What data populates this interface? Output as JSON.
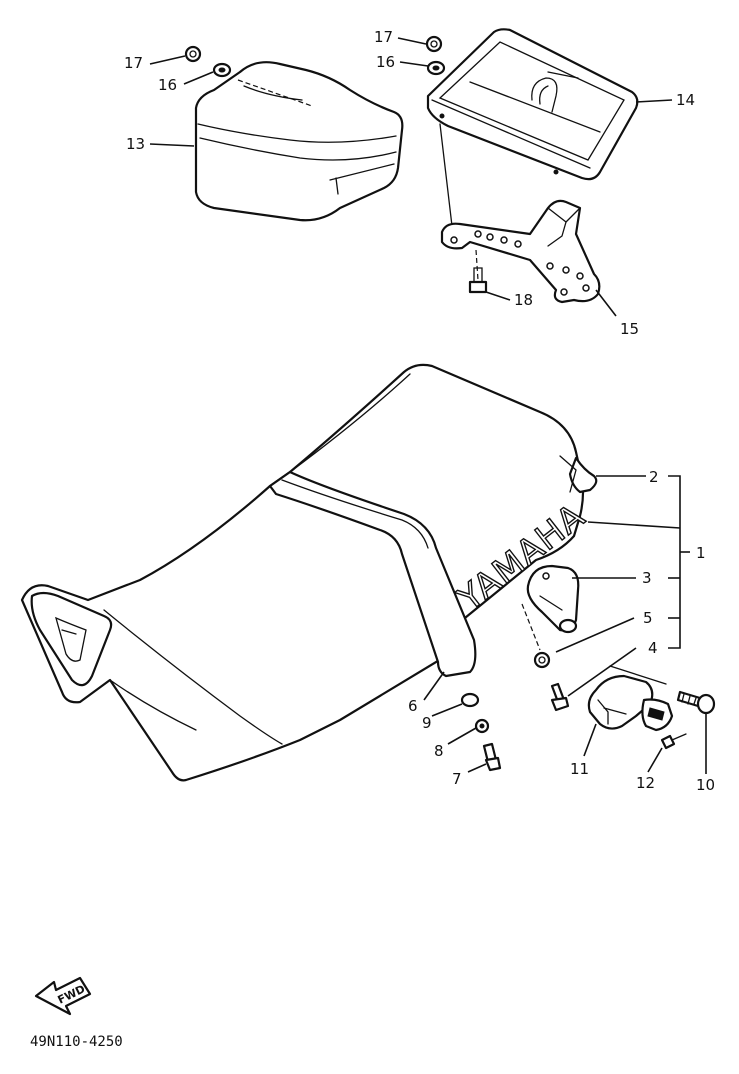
{
  "diagram": {
    "brand_label": "YAMAHA",
    "forward_label": "FWD",
    "drawing_code": "49N110-4250",
    "callouts": {
      "c1": "1",
      "c2": "2",
      "c3": "3",
      "c4": "4",
      "c5": "5",
      "c6": "6",
      "c7": "7",
      "c8": "8",
      "c9": "9",
      "c10": "10",
      "c11": "11",
      "c12": "12",
      "c13": "13",
      "c14": "14",
      "c15": "15",
      "c16a": "16",
      "c16b": "16",
      "c17a": "17",
      "c17b": "17",
      "c18": "18"
    }
  }
}
